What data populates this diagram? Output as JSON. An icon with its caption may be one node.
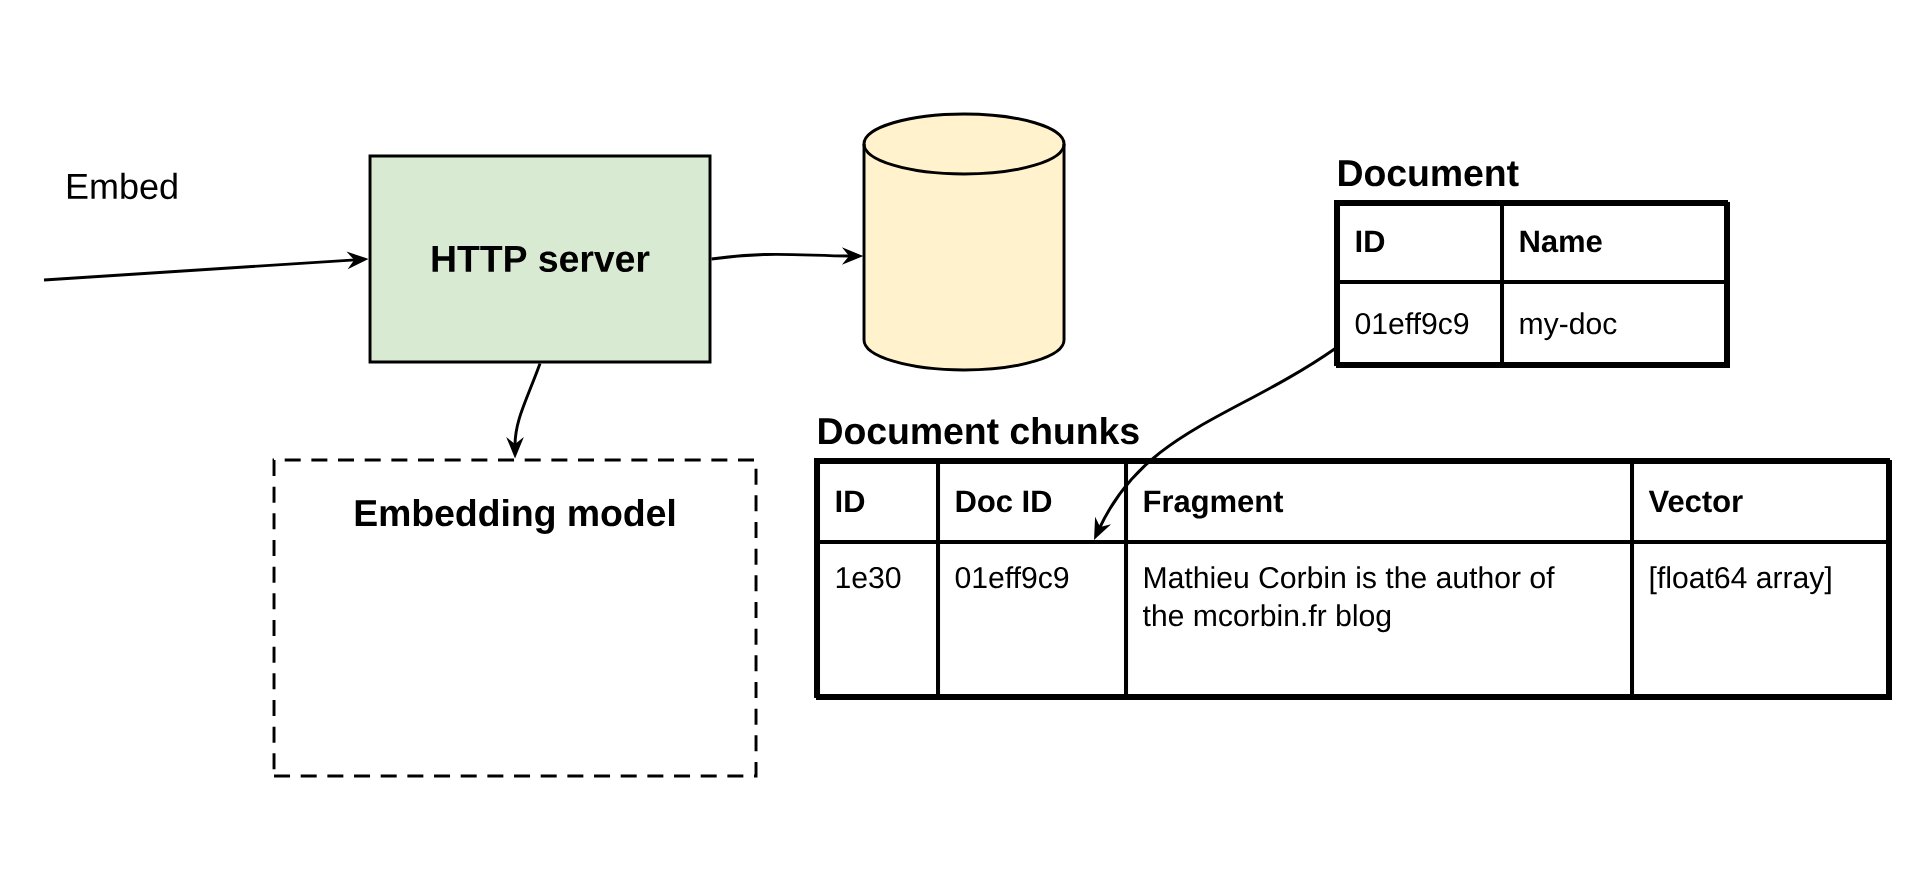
{
  "diagram": {
    "nodes": [
      {
        "text": [
          "HTTP server"
        ]
      },
      {
        "text": [],
        "shape": "cylinder"
      },
      {
        "text": [
          "Embedding model"
        ]
      },
      {
        "text": [
          "Document"
        ]
      },
      {
        "text": [
          "01eff9c9"
        ],
        "in": 3
      },
      {
        "text": [
          "Document chunks"
        ]
      },
      {
        "text": [
          "01eff9c9"
        ],
        "in": 5
      }
    ],
    "edges": [
      {
        "from": null,
        "to": 0,
        "arrow": "to",
        "label": "Embed"
      },
      {
        "from": 0,
        "to": 1,
        "arrow": "to"
      },
      {
        "from": 0,
        "to": 2,
        "arrow": "to"
      },
      {
        "from": 4,
        "to": 6,
        "arrow": "to"
      }
    ],
    "labels": [
      "ID",
      "Name",
      "my-doc",
      "ID",
      "Doc ID",
      "Fragment",
      "Vector",
      "1e30",
      "Mathieu Corbin is the author of the mcorbin.fr blog",
      "[float64 array]"
    ]
  }
}
